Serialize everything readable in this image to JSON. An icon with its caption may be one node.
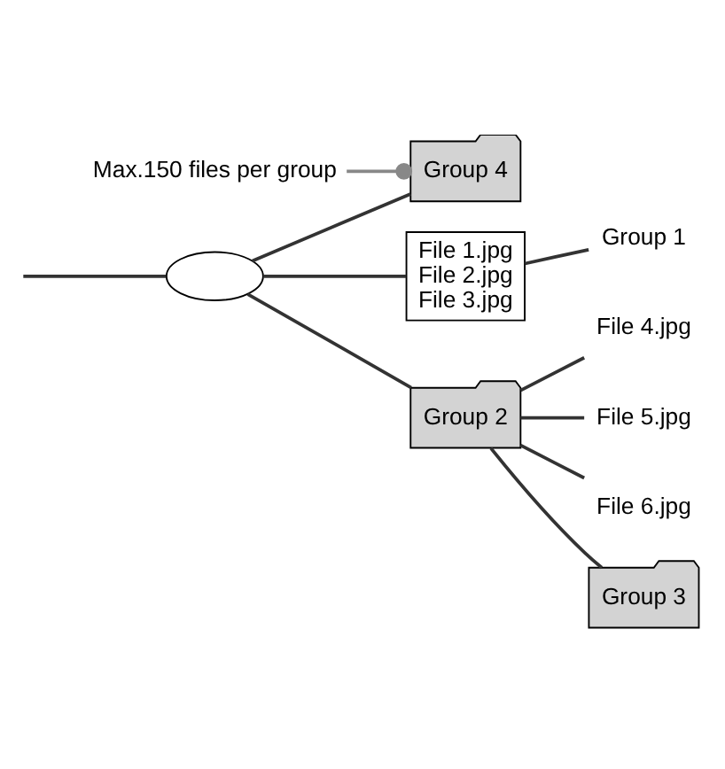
{
  "diagram": {
    "nodes": [
      {
        "text": [],
        "shape": "disc"
      },
      {
        "text": [
          "File 1.jpg",
          "File 2.jpg",
          "File 3.jpg"
        ]
      },
      {
        "text": [
          "Group 1"
        ]
      },
      {
        "text": [
          "Group 2"
        ]
      },
      {
        "text": [
          "File 4.jpg"
        ]
      },
      {
        "text": [
          "File 5.jpg"
        ]
      },
      {
        "text": [
          "File 6.jpg"
        ]
      },
      {
        "text": [
          "Group 3"
        ]
      },
      {
        "text": [
          "Group 4"
        ]
      },
      {
        "text": [
          "Max.150 files per group"
        ]
      }
    ],
    "edges": [
      {
        "from": null,
        "to": 0,
        "arrow": "none"
      },
      {
        "from": 0,
        "to": 1,
        "arrow": "none"
      },
      {
        "from": 1,
        "to": 2,
        "arrow": "none"
      },
      {
        "from": 0,
        "to": 3,
        "arrow": "none"
      },
      {
        "from": 3,
        "to": 4,
        "arrow": "none"
      },
      {
        "from": 3,
        "to": 5,
        "arrow": "none"
      },
      {
        "from": 3,
        "to": 6,
        "arrow": "none"
      },
      {
        "from": 3,
        "to": 7,
        "arrow": "none"
      },
      {
        "from": 0,
        "to": 8,
        "arrow": "none"
      },
      {
        "from": 9,
        "to": 8,
        "arrow": "other"
      }
    ]
  }
}
